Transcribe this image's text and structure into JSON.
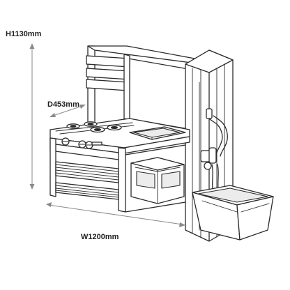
{
  "dimensions": {
    "height_label": "H1130mm",
    "depth_label": "D453mm",
    "width_label": "W1200mm"
  },
  "colors": {
    "line": "#2b2b2b",
    "dimension_line": "#8a8a8a",
    "background": "#ffffff"
  }
}
